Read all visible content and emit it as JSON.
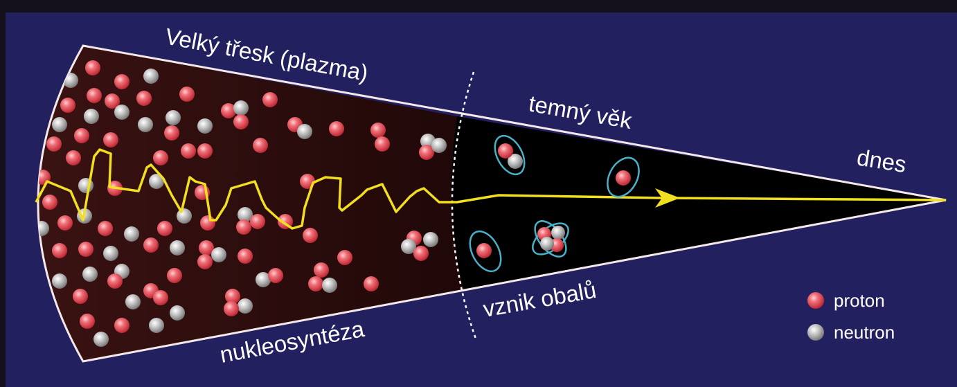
{
  "labels": {
    "big_bang": "Velký třesk (plazma)",
    "dark_age": "temný věk",
    "today": "dnes",
    "nucleosynthesis": "nukleosyntéza",
    "atom_formation": "vznik obalů"
  },
  "legend": [
    {
      "label": "proton",
      "color": "#e8525e"
    },
    {
      "label": "neutron",
      "color": "#b8b8b8"
    }
  ],
  "colors": {
    "background": "#232060",
    "plasma": "#2a0e0e",
    "dark_age": "#000000",
    "photon_path": "#f2e020",
    "electron_orbit": "#4ab0c8",
    "proton": "#e8525e",
    "neutron": "#b8b8b8"
  }
}
